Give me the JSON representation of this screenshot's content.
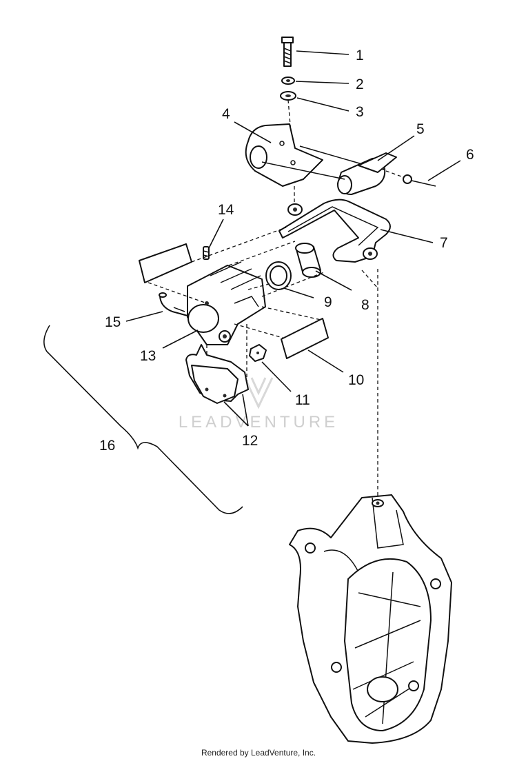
{
  "diagram": {
    "callouts": [
      {
        "id": "1",
        "label": "1"
      },
      {
        "id": "2",
        "label": "2"
      },
      {
        "id": "3",
        "label": "3"
      },
      {
        "id": "4",
        "label": "4"
      },
      {
        "id": "5",
        "label": "5"
      },
      {
        "id": "6",
        "label": "6"
      },
      {
        "id": "7",
        "label": "7"
      },
      {
        "id": "8",
        "label": "8"
      },
      {
        "id": "9",
        "label": "9"
      },
      {
        "id": "10",
        "label": "10"
      },
      {
        "id": "11",
        "label": "11"
      },
      {
        "id": "12",
        "label": "12"
      },
      {
        "id": "13",
        "label": "13"
      },
      {
        "id": "14",
        "label": "14"
      },
      {
        "id": "15",
        "label": "15"
      },
      {
        "id": "16",
        "label": "16"
      }
    ],
    "watermark": "LEADVENTURE",
    "footer": "Rendered by LeadVenture, Inc."
  }
}
